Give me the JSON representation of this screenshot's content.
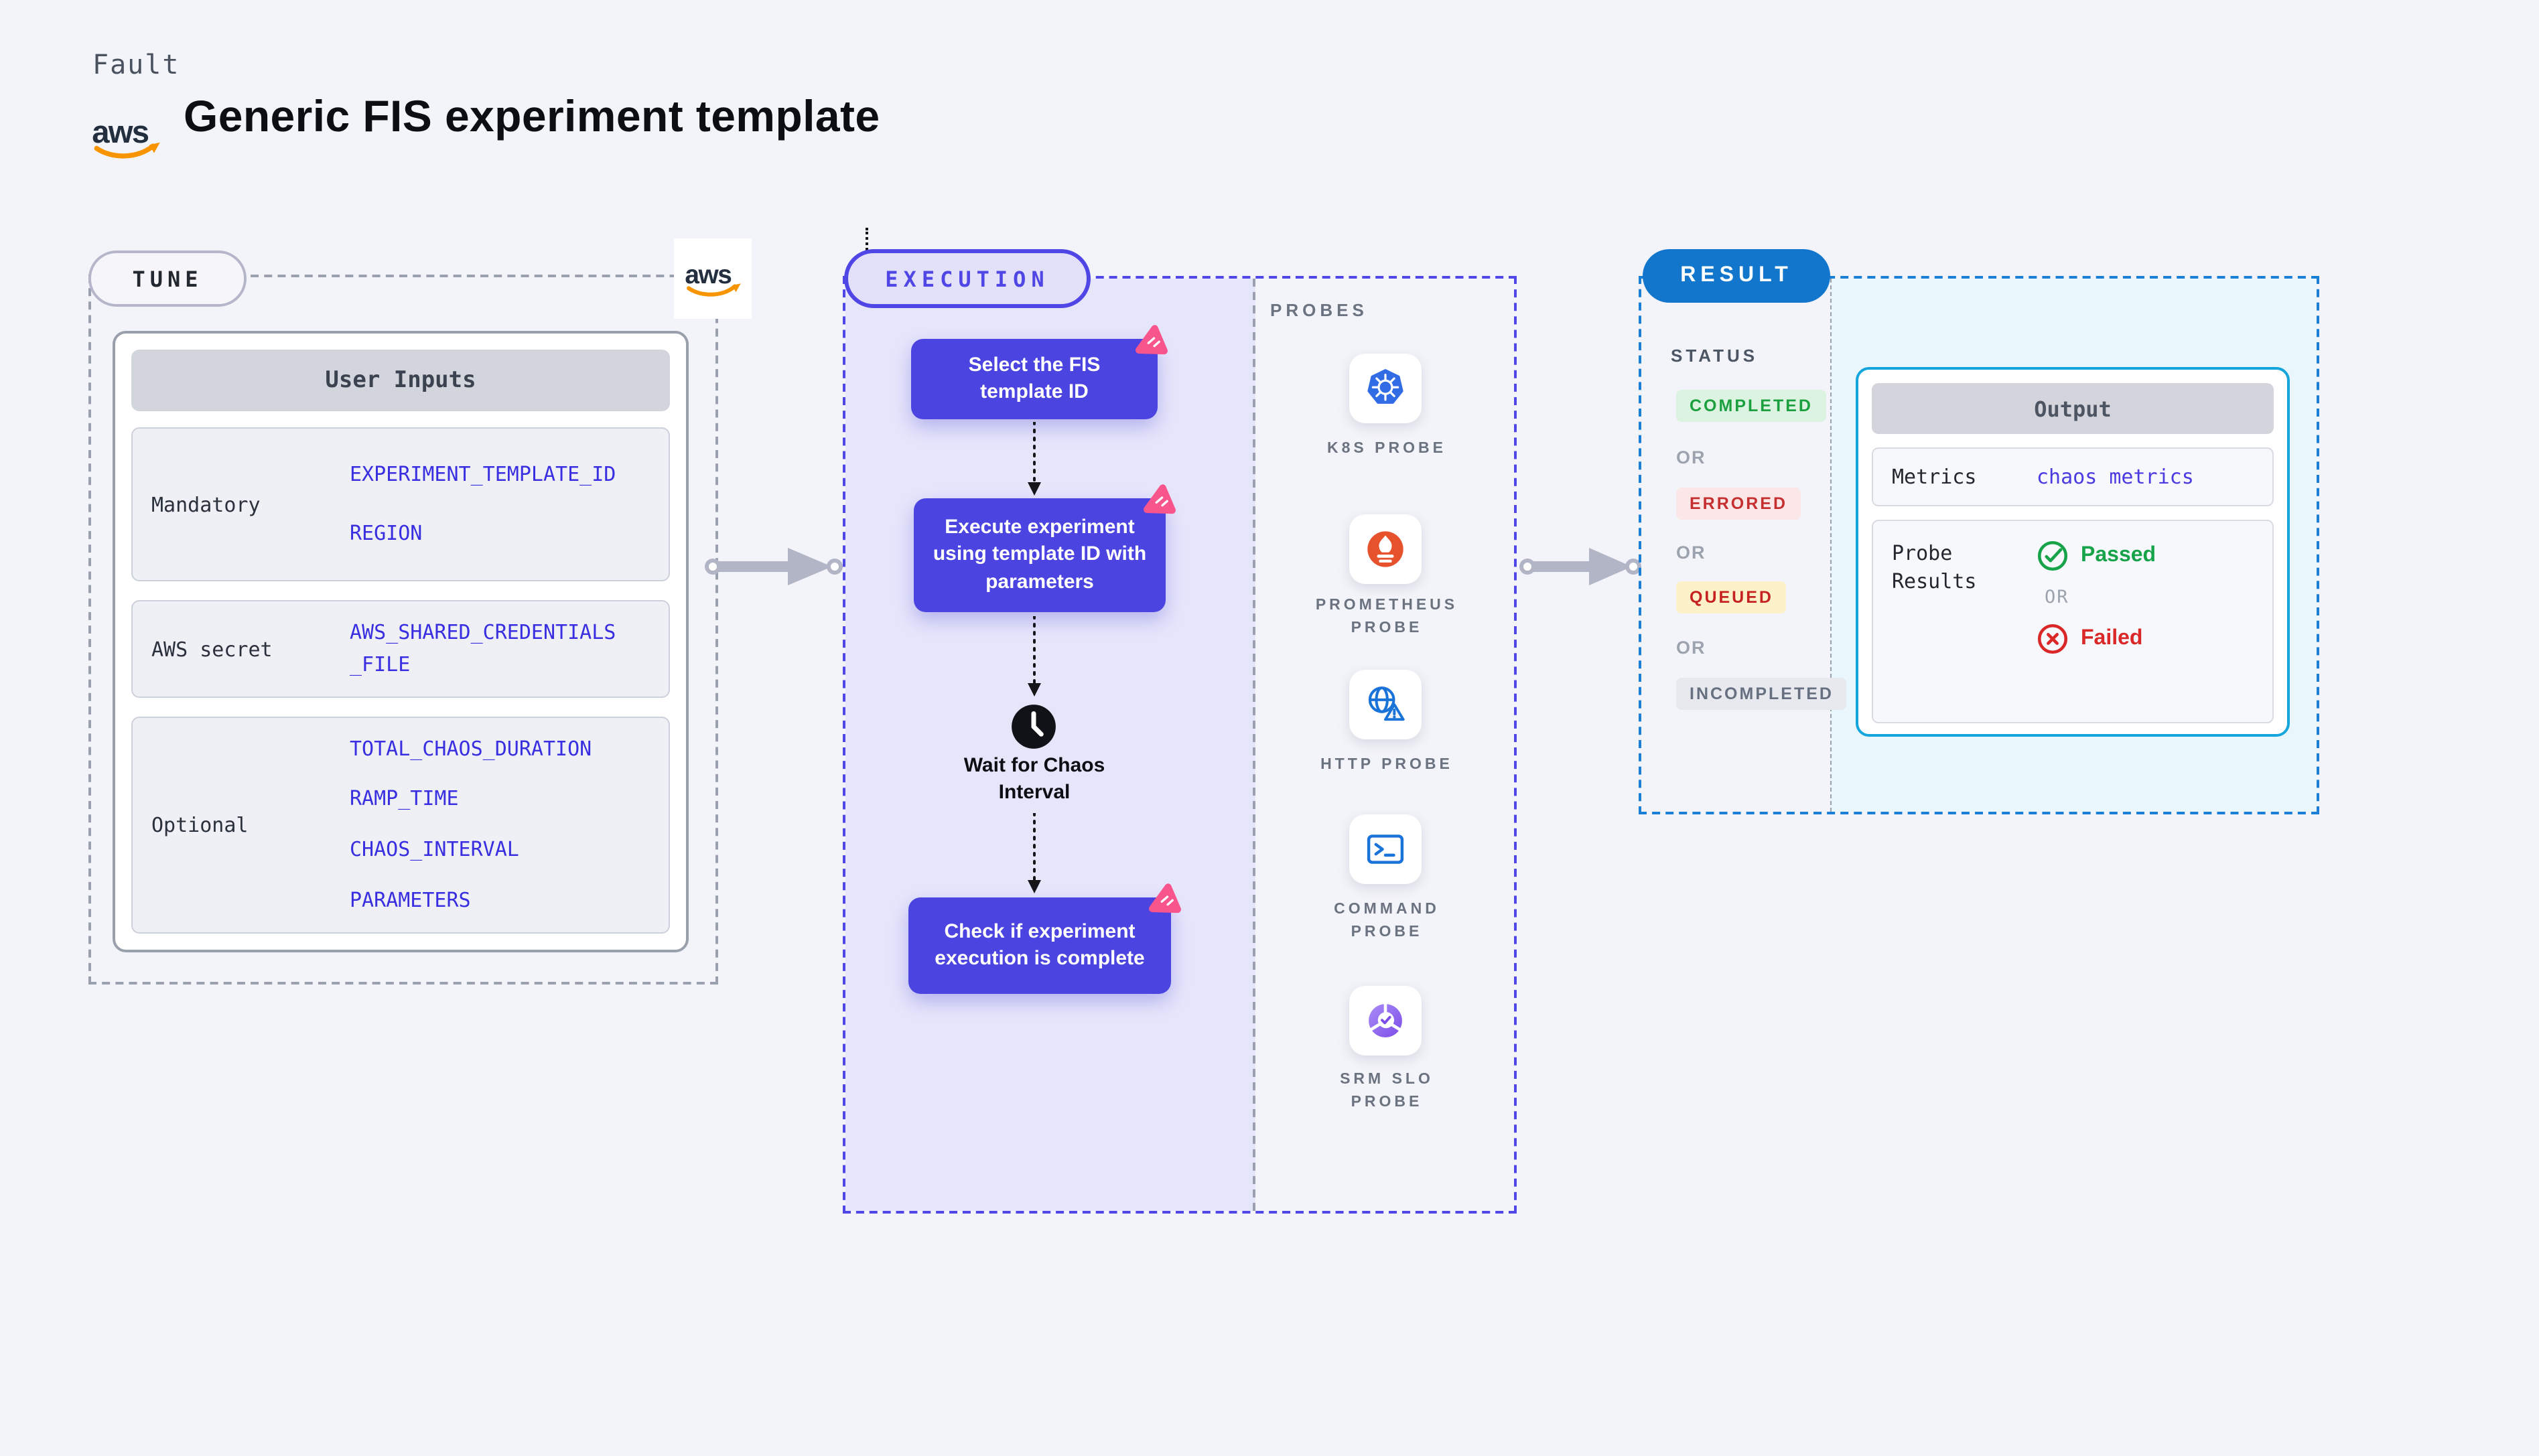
{
  "header": {
    "product_label": "Fault",
    "title": "Generic FIS experiment template",
    "aws_logo_text": "aws"
  },
  "tune": {
    "label": "TUNE",
    "table": {
      "header": "User Inputs",
      "rows": [
        {
          "label": "Mandatory",
          "values": [
            "EXPERIMENT_TEMPLATE_ID",
            "REGION"
          ]
        },
        {
          "label": "AWS secret",
          "values": [
            "AWS_SHARED_CREDENTIALS",
            "_FILE"
          ]
        },
        {
          "label": "Optional",
          "values": [
            "TOTAL_CHAOS_DURATION",
            "RAMP_TIME",
            "CHAOS_INTERVAL",
            "PARAMETERS"
          ]
        }
      ]
    }
  },
  "execution": {
    "label": "EXECUTION",
    "steps": [
      "Select the FIS template ID",
      "Execute experiment using template ID with parameters"
    ],
    "wait_step": "Wait for Chaos Interval",
    "final_step": "Check if experiment execution is complete"
  },
  "probes": {
    "label": "PROBES",
    "items": [
      {
        "name": "K8S PROBE",
        "icon": "kubernetes-icon"
      },
      {
        "name": "PROMETHEUS PROBE",
        "icon": "prometheus-icon"
      },
      {
        "name": "HTTP PROBE",
        "icon": "globe-warning-icon"
      },
      {
        "name": "COMMAND PROBE",
        "icon": "terminal-icon"
      },
      {
        "name": "SRM SLO PROBE",
        "icon": "slo-donut-check-icon"
      }
    ]
  },
  "result": {
    "label": "RESULT",
    "status": {
      "label": "STATUS",
      "separator": "OR",
      "badges": [
        "COMPLETED",
        "ERRORED",
        "QUEUED",
        "INCOMPLETED"
      ]
    },
    "output": {
      "header": "Output",
      "metrics_label": "Metrics",
      "metrics_value": "chaos metrics",
      "probe_results_label": "Probe Results",
      "passed": "Passed",
      "or": "OR",
      "failed": "Failed"
    }
  },
  "colors": {
    "page_bg": "#f3f4f9",
    "execution_accent": "#4f46e5",
    "execution_fill": "#e6e6fb",
    "flow_node": "#4b44e0",
    "litmus_pink": "#f7558c",
    "result_accent": "#1176cc",
    "output_border": "#14a5dd",
    "value_blue": "#392fe0",
    "passed_green": "#17a34a",
    "failed_red": "#da2727",
    "queued_yellow_bg": "#fdf1ca",
    "completed_green_bg": "#dcf3e1",
    "errored_red_bg": "#fbe7e7",
    "kubernetes_blue": "#326ce5",
    "prometheus_orange": "#e6522c",
    "aws_orange": "#f79400"
  }
}
